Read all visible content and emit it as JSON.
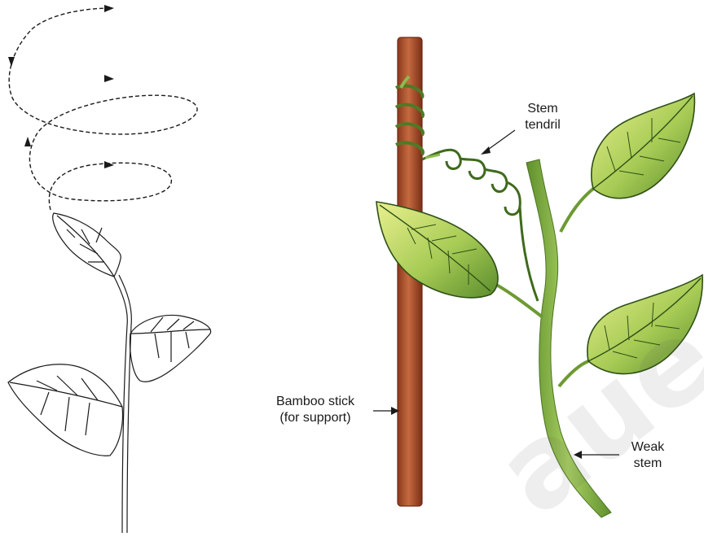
{
  "labels": {
    "stem_tendril": [
      "Stem",
      "tendril"
    ],
    "bamboo_stick": [
      "Bamboo stick",
      "(for support)"
    ],
    "weak_stem": [
      "Weak",
      "stem"
    ]
  },
  "watermark": "aue",
  "colors": {
    "bamboo": "#b5542f",
    "bamboo_dark": "#7d3219",
    "stem_green": "#8dbb4e",
    "stem_dark": "#4f7a25",
    "leaf_light": "#e6ef8a",
    "leaf_mid": "#9cc64e",
    "leaf_dark": "#4b7d24",
    "ink": "#1a1a1a"
  }
}
